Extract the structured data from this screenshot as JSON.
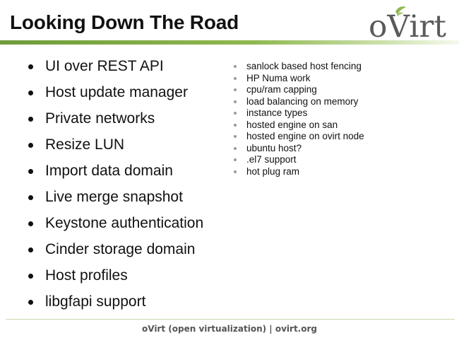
{
  "slide": {
    "title": "Looking Down The Road",
    "logo_text": "oVirt",
    "main_items": [
      "UI over REST API",
      "Host update manager",
      "Private networks",
      "Resize LUN",
      "Import data domain",
      "Live merge snapshot",
      "Keystone authentication",
      "Cinder storage domain",
      "Host profiles",
      "libgfapi support"
    ],
    "side_items": [
      "sanlock based host fencing",
      "HP Numa work",
      "cpu/ram capping",
      "load balancing on memory",
      "instance types",
      "hosted engine on san",
      "hosted engine on ovirt node",
      "ubuntu host?",
      ".el7 support",
      "hot plug ram"
    ],
    "footer": "oVirt (open virtualization) | ovirt.org"
  },
  "colors": {
    "accent_green": "#8fb84f",
    "logo_gray": "#5a5a5a",
    "text": "#111111"
  }
}
